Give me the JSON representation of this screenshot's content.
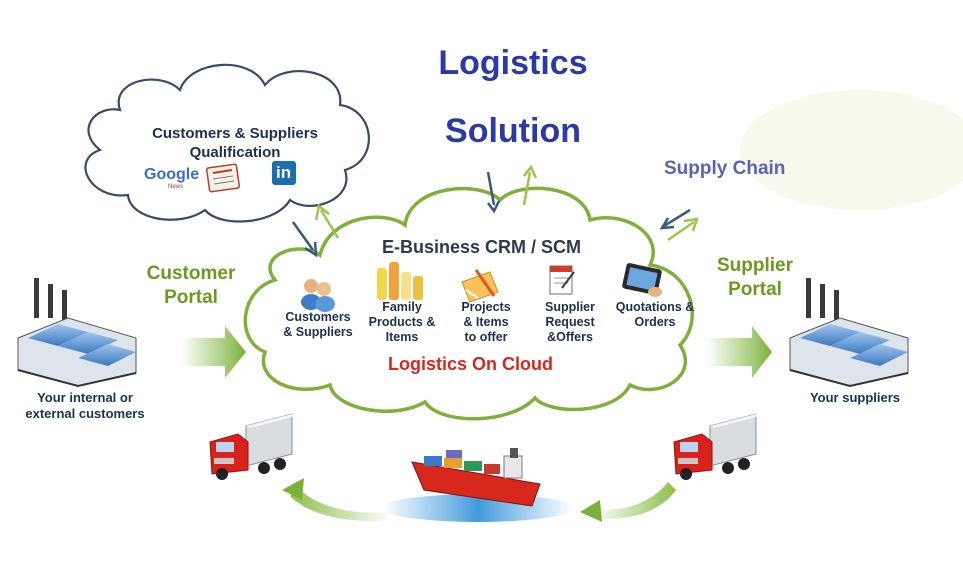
{
  "title_line1": "Logistics",
  "title_line2": "Solution",
  "qualification_cloud": {
    "title": "Customers  & Suppliers Qualification",
    "logos": [
      "Google",
      "News",
      "in"
    ]
  },
  "supply_chain": "Supply Chain",
  "customer_portal": {
    "line1": "Customer",
    "line2": "Portal"
  },
  "supplier_portal": {
    "line1": "Supplier",
    "line2": "Portal"
  },
  "main_cloud": {
    "heading": "E-Business CRM / SCM",
    "items": [
      {
        "line1": "Customers",
        "line2": "& Suppliers",
        "line3": ""
      },
      {
        "line1": "Family",
        "line2": "Products &",
        "line3": "Items"
      },
      {
        "line1": "Projects",
        "line2": "& Items",
        "line3": "to offer"
      },
      {
        "line1": "Supplier",
        "line2": "Request",
        "line3": "&Offers"
      },
      {
        "line1": "Quotations &",
        "line2": "Orders",
        "line3": ""
      }
    ],
    "footer": "Logistics On Cloud"
  },
  "left_caption": {
    "line1": "Your internal or",
    "line2": "external customers"
  },
  "right_caption": "Your suppliers",
  "colors": {
    "title": "#2b3aa8",
    "portal": "#6a9a1e",
    "cloud_outline": "#7fb03a",
    "red_text": "#d8281e",
    "arrow_green": "#8cbf4a"
  }
}
